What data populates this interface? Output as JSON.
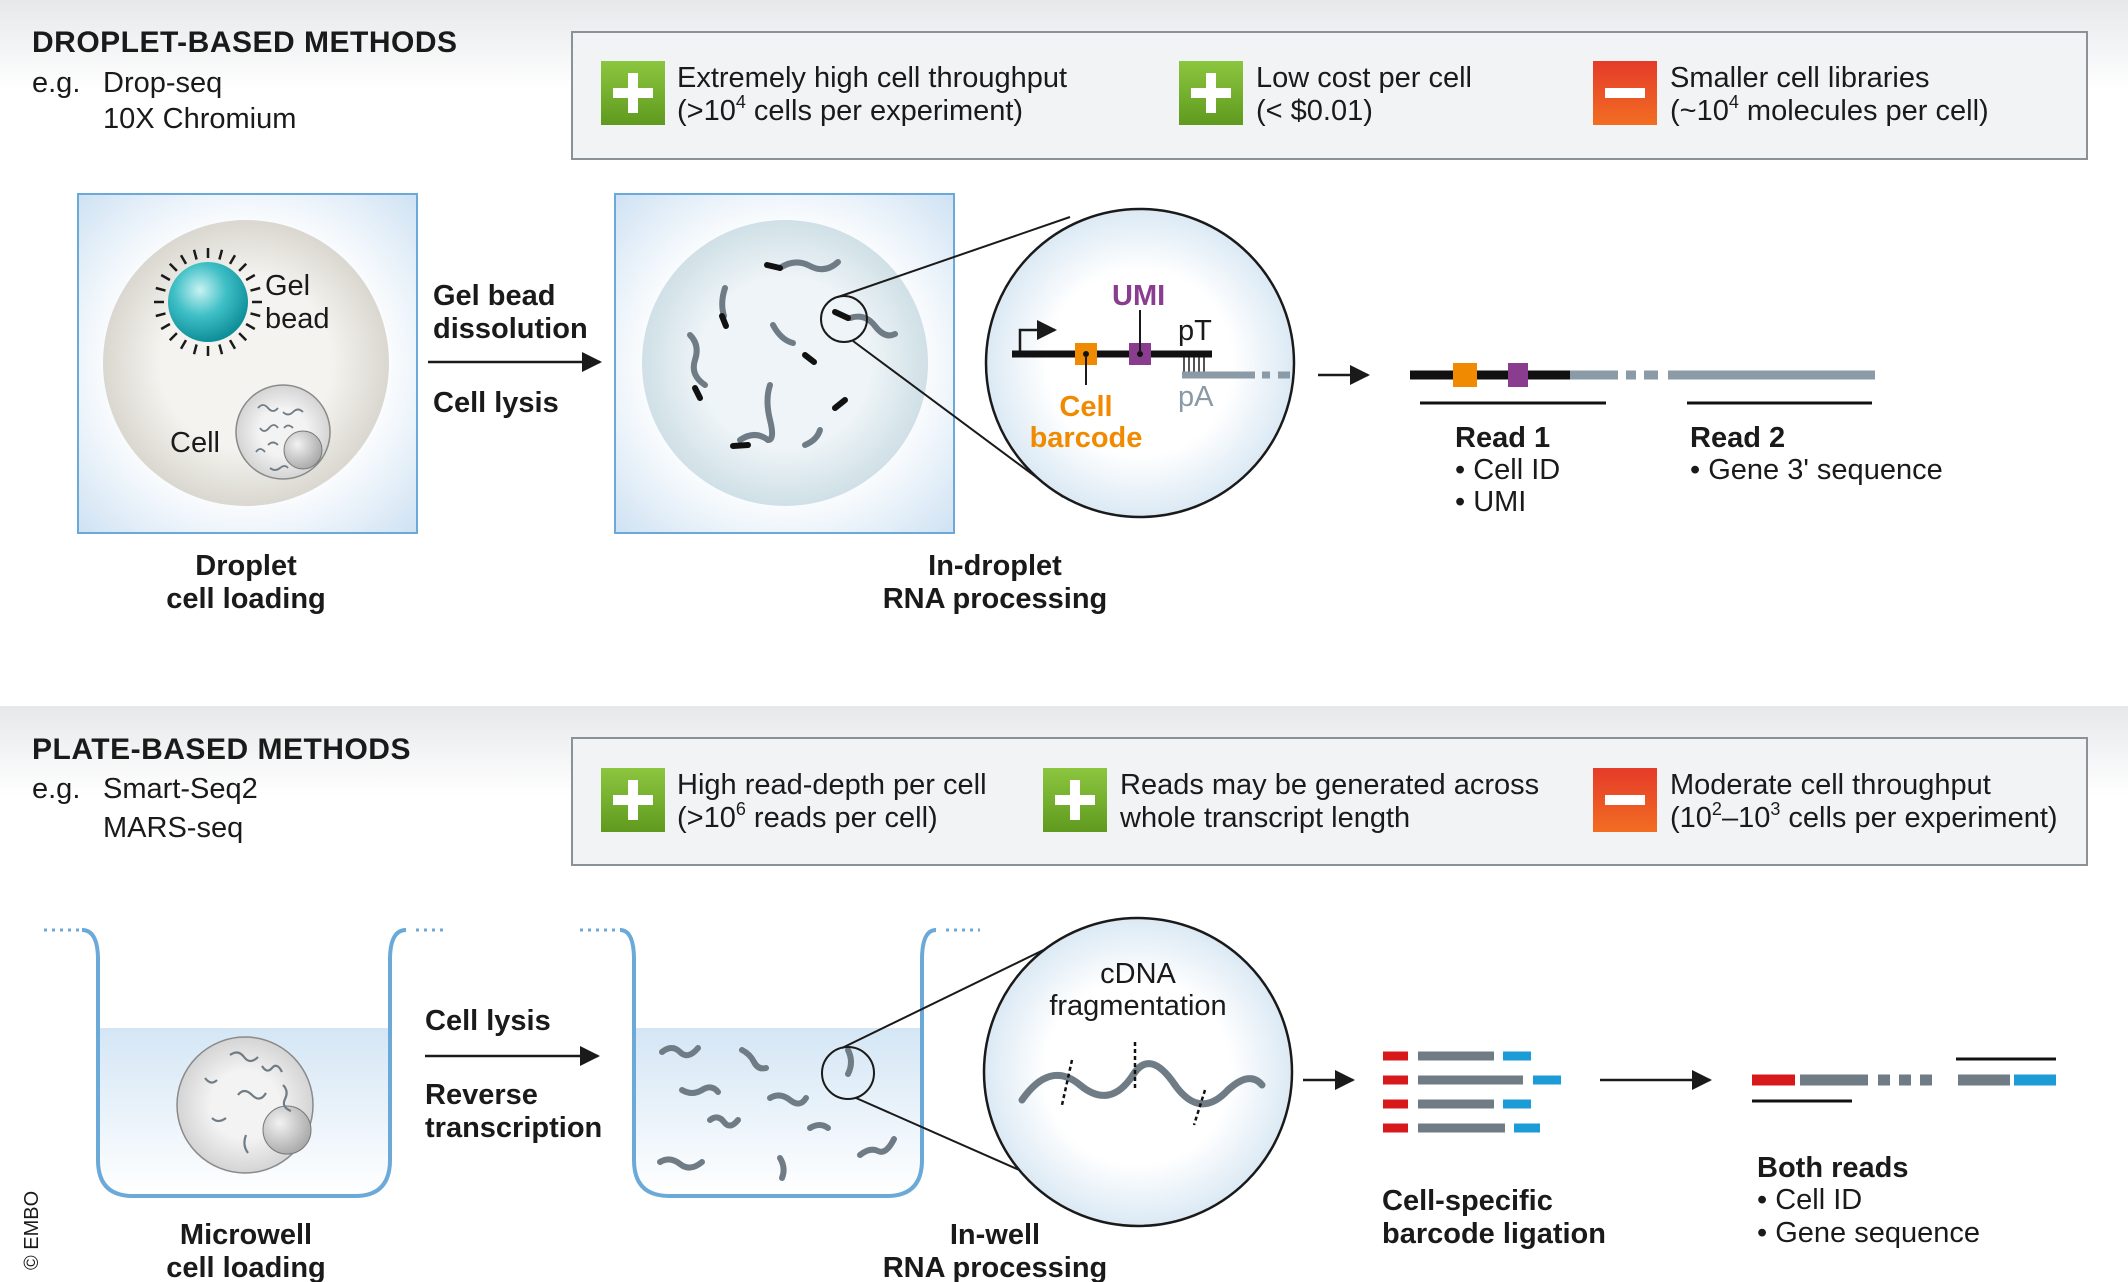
{
  "colors": {
    "plus_green": "#7ab32e",
    "minus_red": "#e2412a",
    "barcode_orange": "#f08a00",
    "umi_purple": "#8a3d8f",
    "read_red": "#d7191c",
    "read_blue": "#1d9bd7",
    "strand_gray": "#6f7c86",
    "well_blue": "#6aa9d8"
  },
  "droplet": {
    "title": "DROPLET-BASED METHODS",
    "eg_prefix": "e.g.",
    "examples": [
      "Drop-seq",
      "10X Chromium"
    ],
    "pros_cons": [
      {
        "sign": "plus",
        "line1": "Extremely high cell throughput",
        "line2_pre": "(>10",
        "line2_sup": "4",
        "line2_post": " cells per experiment)"
      },
      {
        "sign": "plus",
        "line1": "Low cost per cell",
        "line2_pre": "(< $0.01)",
        "line2_sup": "",
        "line2_post": ""
      },
      {
        "sign": "minus",
        "line1": "Smaller cell libraries",
        "line2_pre": "(~10",
        "line2_sup": "4",
        "line2_post": " molecules per cell)"
      }
    ],
    "gel_bead_label": [
      "Gel",
      "bead"
    ],
    "cell_label": "Cell",
    "step1_caption": [
      "Droplet",
      "cell loading"
    ],
    "arrow_label_top": [
      "Gel bead",
      "dissolution"
    ],
    "arrow_label_bottom": "Cell lysis",
    "step2_caption": [
      "In-droplet",
      "RNA processing"
    ],
    "zoom": {
      "umi": "UMI",
      "pt": "pT",
      "pa": "pA",
      "barcode": [
        "Cell",
        "barcode"
      ]
    },
    "read1": {
      "title": "Read 1",
      "items": [
        "• Cell ID",
        "• UMI"
      ]
    },
    "read2": {
      "title": "Read 2",
      "items": [
        "• Gene 3' sequence"
      ]
    }
  },
  "plate": {
    "title": "PLATE-BASED METHODS",
    "eg_prefix": "e.g.",
    "examples": [
      "Smart-Seq2",
      "MARS-seq"
    ],
    "pros_cons": [
      {
        "sign": "plus",
        "line1": "High read-depth per cell",
        "line2_pre": "(>10",
        "line2_sup": "6",
        "line2_post": " reads per cell)"
      },
      {
        "sign": "plus",
        "line1": "Reads may be generated across",
        "line2_pre": "whole transcript length",
        "line2_sup": "",
        "line2_post": ""
      },
      {
        "sign": "minus",
        "line1": "Moderate cell throughput",
        "line2_pre": "(10",
        "line2_sup": "2",
        "line2_mid": "–10",
        "line2_sup2": "3",
        "line2_post": " cells per experiment)"
      }
    ],
    "arrow_label_top": "Cell lysis",
    "arrow_label_bottom": [
      "Reverse",
      "transcription"
    ],
    "step1_caption": [
      "Microwell",
      "cell loading"
    ],
    "step2_caption": [
      "In-well",
      "RNA processing"
    ],
    "zoom_label": [
      "cDNA",
      "fragmentation"
    ],
    "ligation_caption": [
      "Cell-specific",
      "barcode ligation"
    ],
    "both_reads": {
      "title": "Both reads",
      "items": [
        "• Cell ID",
        "• Gene sequence"
      ]
    }
  },
  "copyright": "© EMBO"
}
